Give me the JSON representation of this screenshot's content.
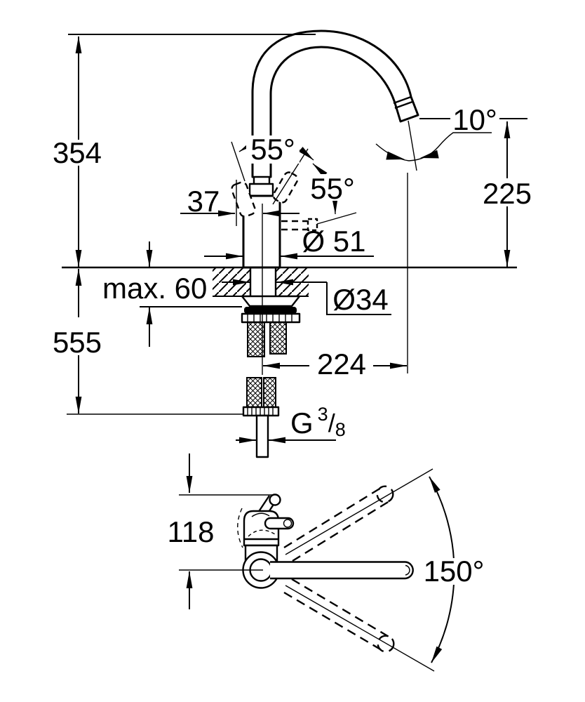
{
  "page": {
    "background": "#ffffff",
    "ink": "#000000"
  },
  "front_view": {
    "dim_height_above_deck": "354",
    "dim_hose_length_below_deck": "555",
    "dim_handle_offset": "37",
    "dim_lever_angle_top": "55°",
    "dim_lever_angle_right": "55°",
    "dim_outlet_angle": "10°",
    "dim_spout_height": "225",
    "dim_body_diameter": "Ø 51",
    "dim_deck_thickness": "max. 60",
    "dim_shank_diameter": "Ø34",
    "dim_spout_reach": "224",
    "thread": {
      "prefix": "G",
      "numerator": "3",
      "slash": "/",
      "denominator": "8"
    }
  },
  "top_view": {
    "dim_lever_depth": "118",
    "dim_swivel_angle": "150°"
  }
}
